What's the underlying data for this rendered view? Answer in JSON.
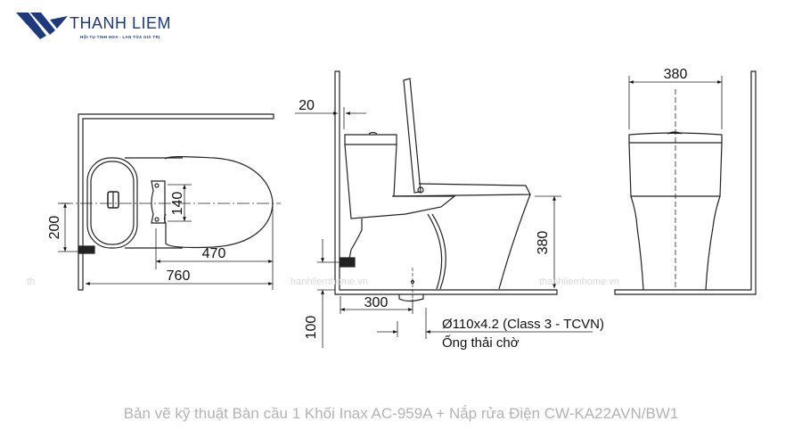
{
  "logo": {
    "brand": "THANH LIEM",
    "tagline": "HỘI TỤ TINH HOA - LAN TỎA GIÁ TRỊ",
    "color": "#1f3a7a"
  },
  "top_view": {
    "dimensions": {
      "seat_hinge": "140",
      "wall_to_inlet": "200",
      "hinge_to_front": "470",
      "overall_length": "760"
    }
  },
  "side_view": {
    "dimensions": {
      "wall_gap": "20",
      "seat_height": "380",
      "wall_to_outlet": "300",
      "inlet_height": "100"
    },
    "pipe_spec": "Ø110x4.2 (Class 3 - TCVN)",
    "pipe_label": "Ống thải chờ"
  },
  "front_view": {
    "dimensions": {
      "width": "380"
    }
  },
  "watermarks": [
    "th",
    "hanhliemhome.vn",
    "thanhliemhome.vn"
  ],
  "caption": "Bản vẽ kỹ thuật Bàn cầu 1 Khối Inax AC-959A + Nắp rửa Điện CW-KA22AVN/BW1"
}
